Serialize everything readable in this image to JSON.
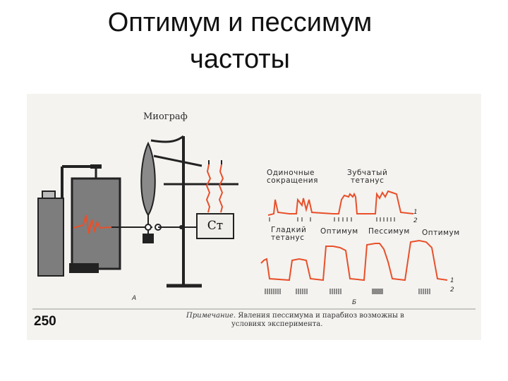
{
  "title": {
    "line1": "Оптимум и пессимум",
    "line2": "частоты"
  },
  "figure": {
    "labels": {
      "myograph": "Миограф",
      "single": [
        "Одиночные",
        "сокращения"
      ],
      "serrated": [
        "Зубчатый",
        "тетанус"
      ],
      "smooth": [
        "Гладкий",
        "тетанус"
      ],
      "optimum1": "Оптимум",
      "pessimum": "Пессимум",
      "optimum2": "Оптимум",
      "stimulator": "Ст",
      "label_a": "А",
      "label_b": "Б",
      "trace_top_1": "1",
      "trace_top_2": "2",
      "trace_bottom_1": "1",
      "trace_bottom_2": "2"
    },
    "page_number": "250",
    "note": {
      "prefix": "Примечание.",
      "line1": "Явления пессимума и парабиоз возможны в",
      "line2": "условиях эксперимента."
    },
    "colors": {
      "trace": "#e8502a",
      "ink": "#222222",
      "background": "#f4f3f0"
    }
  }
}
